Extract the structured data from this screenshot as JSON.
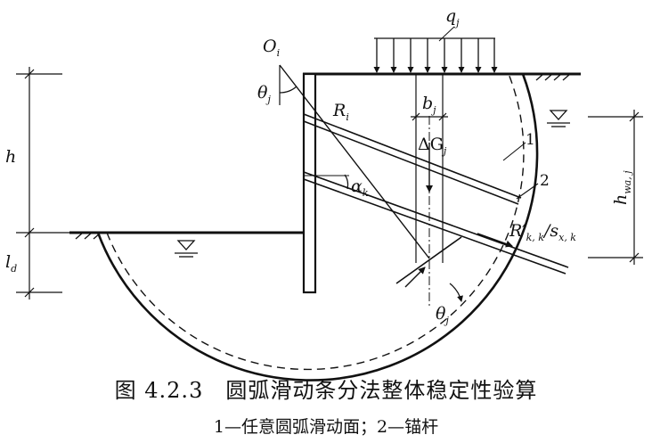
{
  "diagram": {
    "labels": {
      "center": "O",
      "center_sub": "i",
      "load": "q",
      "load_sub": "j",
      "angle_top": "θ",
      "angle_top_sub": "j",
      "radius": "R",
      "radius_sub": "i",
      "slice_width": "b",
      "slice_width_sub": "j",
      "weight": "ΔG",
      "weight_sub": "j",
      "anchor_angle": "α",
      "anchor_angle_sub": "k",
      "height": "h",
      "embed": "l",
      "embed_sub": "d",
      "water_head": "h",
      "water_head_sub": "wa, j",
      "anchor_force_main": "R′",
      "anchor_force_sub1": "k, k",
      "anchor_force_sep": "/s",
      "anchor_force_sub2": "x, k",
      "angle_bottom": "θ",
      "angle_bottom_sub": "j",
      "callout_1": "1",
      "callout_2": "2"
    }
  },
  "caption": {
    "title": "图 4.2.3　圆弧滑动条分法整体稳定性验算",
    "legend": "1—任意圆弧滑动面；2—锚杆"
  }
}
